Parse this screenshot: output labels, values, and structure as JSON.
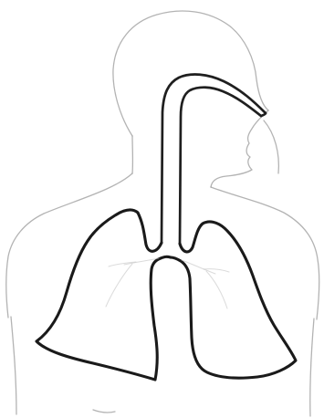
{
  "diagram": {
    "subject": "respiratory-system-outline",
    "colors": {
      "background": "#ffffff",
      "body_outline": "#9a9a9a",
      "airway_outline": "#1f1f1f",
      "lung_outline": "#1a1a1a",
      "bronchi_detail": "#bdbdbd"
    },
    "parts": [
      "head",
      "face",
      "torso",
      "nasal-airway",
      "trachea",
      "left-lung",
      "right-lung",
      "bronchi"
    ]
  }
}
